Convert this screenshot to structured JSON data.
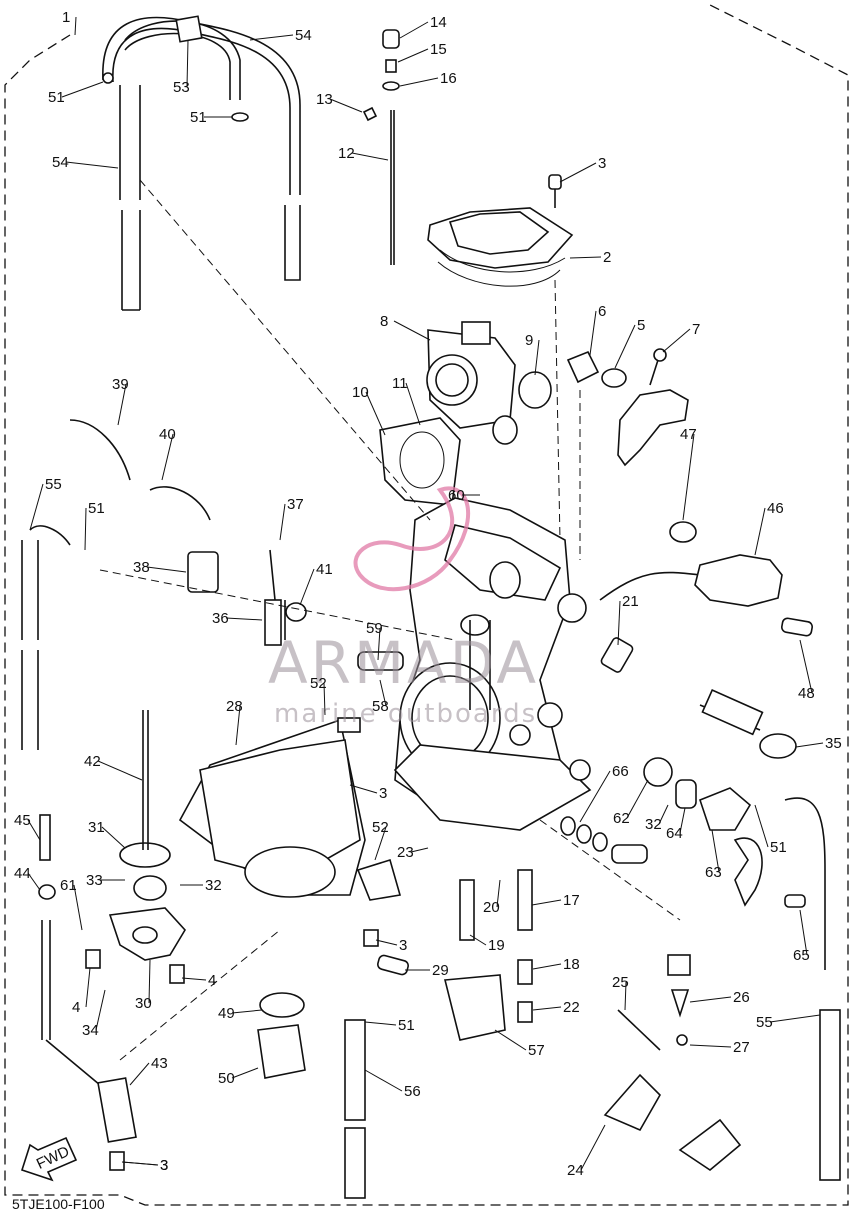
{
  "diagram": {
    "code": "5TJE100-F100",
    "watermark": {
      "brand": "ARMADA",
      "tagline": "marine outboards"
    },
    "fwd_label": "FWD",
    "callouts": [
      "1",
      "2",
      "3",
      "3",
      "3",
      "3",
      "3",
      "4",
      "4",
      "5",
      "6",
      "7",
      "8",
      "9",
      "10",
      "11",
      "12",
      "13",
      "14",
      "15",
      "16",
      "17",
      "18",
      "19",
      "20",
      "21",
      "22",
      "23",
      "24",
      "25",
      "26",
      "27",
      "28",
      "29",
      "30",
      "31",
      "32",
      "32",
      "33",
      "34",
      "35",
      "36",
      "37",
      "38",
      "39",
      "40",
      "41",
      "42",
      "43",
      "44",
      "45",
      "46",
      "47",
      "48",
      "49",
      "50",
      "51",
      "51",
      "51",
      "51",
      "51",
      "52",
      "52",
      "53",
      "54",
      "54",
      "55",
      "55",
      "56",
      "57",
      "58",
      "59",
      "60",
      "61",
      "62",
      "63",
      "64",
      "65",
      "66"
    ]
  },
  "colors": {
    "line": "#111111",
    "watermark_logo": "#e07aa6",
    "watermark_text": "#9a8f98"
  }
}
